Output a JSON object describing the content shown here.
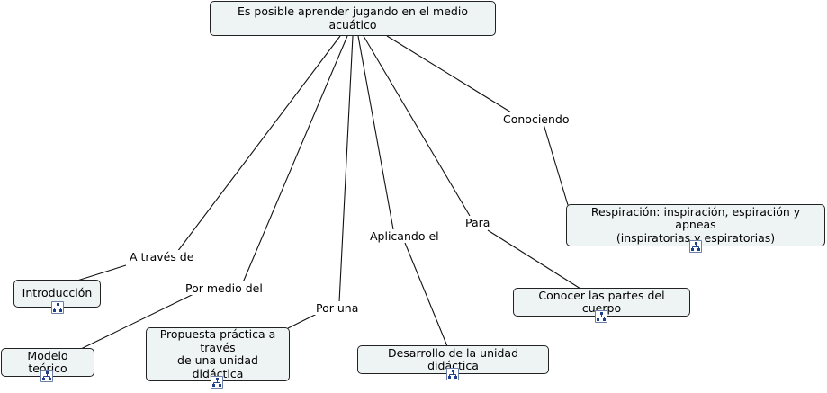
{
  "map": {
    "root": "Es posible aprender jugando en el medio acuático",
    "nodes": {
      "introduccion": "Introducción",
      "modelo": "Modelo teórico",
      "propuesta": "Propuesta práctica a\ntravés\nde una unidad didáctica",
      "desarrollo": "Desarrollo de la unidad didáctica",
      "conocer": "Conocer las partes del cuerpo",
      "respiracion": "Respiración: inspiración, espiración y apneas\n(inspiratorias y espiratorias)"
    },
    "links": {
      "a_traves": "A través de",
      "por_medio": "Por medio del",
      "por_una": "Por una",
      "aplicando": "Aplicando el",
      "para": "Para",
      "conociendo": "Conociendo"
    },
    "resource_icon": "concept-map-resource-icon"
  }
}
